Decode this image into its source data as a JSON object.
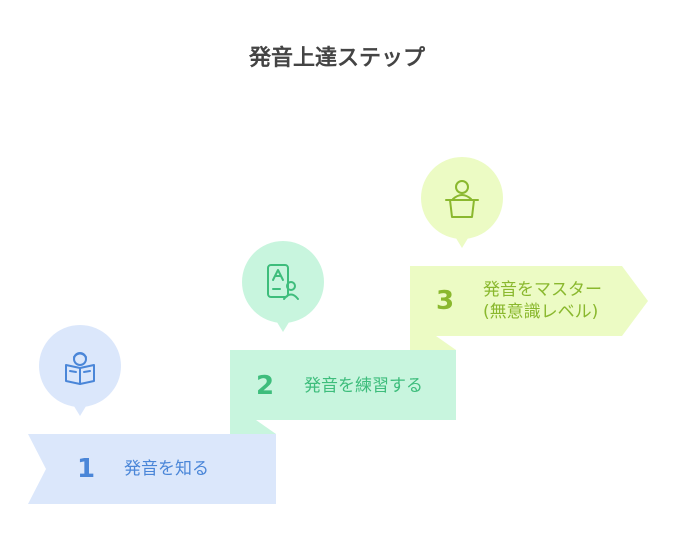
{
  "title": "発音上達ステップ",
  "steps": [
    {
      "number": "1",
      "label_lines": [
        "発音を知る"
      ],
      "icon": "reading-book-icon",
      "band_color": "#dbe7fb",
      "pin_color": "#dbe7fb",
      "number_color": "#4a86d8",
      "text_color": "#4a86d8",
      "icon_color": "#4a86d8"
    },
    {
      "number": "2",
      "label_lines": [
        "発音を練習する"
      ],
      "icon": "alphabet-card-person-icon",
      "band_color": "#c8f5de",
      "pin_color": "#c8f5de",
      "number_color": "#3ebd7c",
      "text_color": "#3ebd7c",
      "icon_color": "#3ebd7c"
    },
    {
      "number": "3",
      "label_lines": [
        "発音をマスター",
        "(無意識レベル)"
      ],
      "icon": "speaker-podium-icon",
      "band_color": "#ecfbc4",
      "pin_color": "#ecfbc4",
      "number_color": "#8ab82e",
      "text_color": "#8ab82e",
      "icon_color": "#8ab82e"
    }
  ]
}
